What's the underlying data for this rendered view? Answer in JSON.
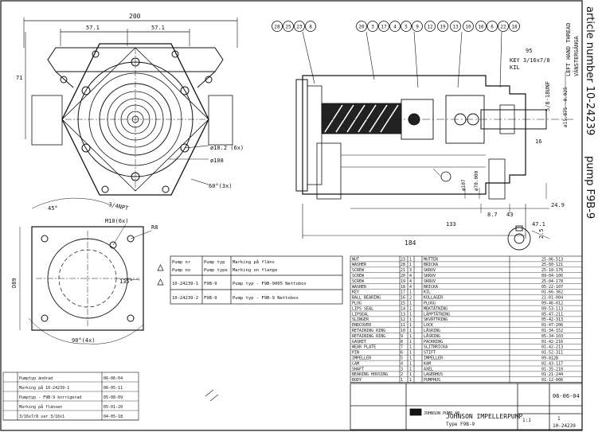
{
  "side_label": {
    "article": "article number 10-24239",
    "pump": "pump F9B-9"
  },
  "front_view": {
    "dim_total_width": "200",
    "dim_half_left": "57.1",
    "dim_half_right": "57.1",
    "dim_height": "71",
    "hole_spec": "ø10.2 (6x)",
    "bolt_circle": "ø108",
    "bolt_angle": "60°(3x)",
    "side_dim": "3/4NPT"
  },
  "section_view": {
    "balloons_top": [
      "28",
      "25",
      "23",
      "8",
      "20",
      "3",
      "17",
      "4",
      "5",
      "9",
      "12",
      "19",
      "13",
      "10",
      "16",
      "6",
      "22",
      "18"
    ],
    "key_spec": "KEY 3/16x7/8",
    "key_ref": "KIL",
    "thread": "5/8-18UNF",
    "hand": "LEFT HAND THREAD",
    "hand_sub": "VÄNSTERGÄNGA",
    "dim_184": "184",
    "dim_133": "133",
    "dim_47": "47.1",
    "dim_24": "24.9",
    "dim_87": "8.7",
    "dim_43": "43",
    "dim_16": "16",
    "dim_95": "95",
    "dim_shaft": "ø15.875 -0.025",
    "dim_107": "ø107",
    "dim_70": "ø70.000"
  },
  "bottom_view": {
    "angle": "45°",
    "thread": "M10(6x)",
    "angle_left": "45°",
    "r_dim": "R8",
    "dim_side": "D89",
    "dim_bottom": "90°(4x)",
    "dim_angle": "135°"
  },
  "shaft_detail": {
    "dim": "2.5"
  },
  "revision_table": {
    "headers": [
      "Pump nr",
      "Pump typ",
      "Marking på fläns"
    ],
    "headers_sub": [
      "Pump no",
      "Pump type",
      "Marking on flange"
    ],
    "rows": [
      [
        "10-24239-1",
        "F9B-9",
        "Pump typ - F9B-9005 Nettobox"
      ],
      [
        "10-24239-2",
        "F9B-9",
        "Pump typ - F9B-9 Nettobox"
      ]
    ]
  },
  "parts_list": {
    "rows": [
      [
        "NUT",
        "23",
        "1",
        "MUTTER",
        "25-06-513"
      ],
      [
        "WASHER",
        "28",
        "1",
        "BRICKA",
        "25-60-121"
      ],
      [
        "SCREW",
        "21",
        "3",
        "SKRUV",
        "25-10-176"
      ],
      [
        "SCREW",
        "20",
        "4",
        "SKRUV",
        "09-04-106"
      ],
      [
        "SCREW",
        "19",
        "4",
        "SKRUV",
        "25-04-178"
      ],
      [
        "WASHER",
        "18",
        "4",
        "BRICKA",
        "05-22-107"
      ],
      [
        "KEY",
        "17",
        "1",
        "KIL",
        "01-66-362"
      ],
      [
        "BALL BEARING",
        "16",
        "2",
        "KULLAGER",
        "21-01-004"
      ],
      [
        "PLUG",
        "15",
        "1",
        "PLUGG",
        "09-46-012"
      ],
      [
        "LIPS SEAL",
        "14",
        "1",
        "MEKTÄTNING",
        "09-53-113"
      ],
      [
        "LIPSEAL",
        "13",
        "1",
        "LÄPPTÄTNING",
        "05-47-211"
      ],
      [
        "SLINGER",
        "12",
        "1",
        "SKVÄTTRING",
        "05-42-313"
      ],
      [
        "ENDCOVER",
        "11",
        "1",
        "LOCK",
        "01-47-206"
      ],
      [
        "RETAINING RING",
        "10",
        "1",
        "LÅSRING",
        "01-34-152"
      ],
      [
        "RETAINING RING",
        "9",
        "1",
        "LÅSRING",
        "05-34-103"
      ],
      [
        "GASKET",
        "8",
        "1",
        "PACKNING",
        "01-42-216"
      ],
      [
        "WEAR PLATE",
        "7",
        "1",
        "SLITBRICKA",
        "01-42-213"
      ],
      [
        "PIN",
        "6",
        "1",
        "STIFT",
        "01-52-311"
      ],
      [
        "IMPELLER",
        "5",
        "1",
        "IMPELLER",
        "09-812B"
      ],
      [
        "CAM",
        "4",
        "1",
        "KAM",
        "01-43-117"
      ],
      [
        "SHAFT",
        "3",
        "1",
        "AXEL",
        "01-35-210"
      ],
      [
        "BEARING HOUSING",
        "2",
        "1",
        "LAGERHUS",
        "01-21-244"
      ],
      [
        "BODY",
        "1",
        "1",
        "PUMPHUS",
        "01-12-006"
      ]
    ]
  },
  "title_block": {
    "company": "JOHNSON PUMP AB",
    "title": "JOHNSON IMPELLERPUMP",
    "type": "Type F9B-9",
    "drawing_no": "10-24239",
    "date": "06-06-04",
    "scale": "1:1",
    "sheet": "1"
  },
  "change_log": {
    "rows": [
      [
        "Pumptyp ändrad",
        "06-06-04"
      ],
      [
        "Marking på 10-24239-1",
        "06-05-11"
      ],
      [
        "Pumptyp - F9B-9 korrigerad",
        "05-08-09"
      ],
      [
        "Marking på flänsen",
        "05-01-20"
      ],
      [
        "3/16x7/8 var 3/16x1",
        "04-05-18"
      ]
    ]
  }
}
